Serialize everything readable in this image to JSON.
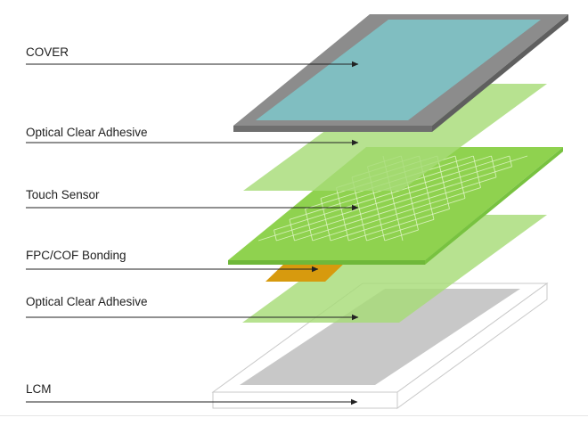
{
  "layers": [
    {
      "id": "cover",
      "label": "COVER",
      "color": "#7ec5c8"
    },
    {
      "id": "oca-top",
      "label": "Optical Clear Adhesive",
      "color": "#a7dc78"
    },
    {
      "id": "touch-sensor",
      "label": "Touch Sensor",
      "color": "#8fd24f"
    },
    {
      "id": "fpc",
      "label": "FPC/COF Bonding",
      "color": "#d79a0e"
    },
    {
      "id": "oca-bottom",
      "label": "Optical Clear Adhesive",
      "color": "#a7dc78"
    },
    {
      "id": "lcm",
      "label": "LCM",
      "color": "#c8c8c8"
    }
  ]
}
